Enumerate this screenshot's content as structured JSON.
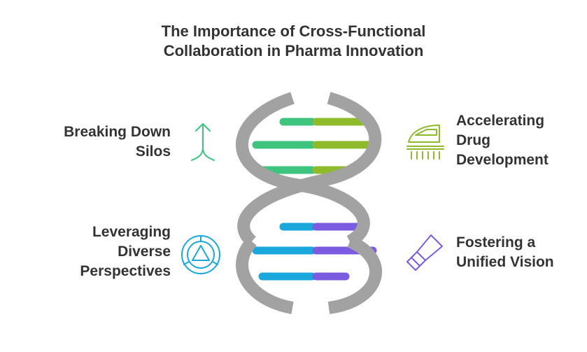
{
  "title": {
    "line1": "The Importance of Cross-Functional",
    "line2": "Collaboration in Pharma Innovation"
  },
  "items": [
    {
      "lines": [
        "Breaking Down",
        "Silos"
      ],
      "icon": "arrow-split-icon",
      "color": "#3fc480"
    },
    {
      "lines": [
        "Accelerating",
        "Drug",
        "Development"
      ],
      "icon": "bullet-train-icon",
      "color": "#8fba2c"
    },
    {
      "lines": [
        "Leveraging",
        "Diverse",
        "Perspectives"
      ],
      "icon": "triangle-circle-icon",
      "color": "#1aa8dc"
    },
    {
      "lines": [
        "Fostering a",
        "Unified Vision"
      ],
      "icon": "telescope-icon",
      "color": "#7b5ce0"
    }
  ],
  "colors": {
    "strand": "#9e9e9e",
    "green": "#3fc480",
    "lime": "#8fba2c",
    "cyan": "#1aa8dc",
    "purple": "#7b5ce0",
    "text": "#333333"
  }
}
